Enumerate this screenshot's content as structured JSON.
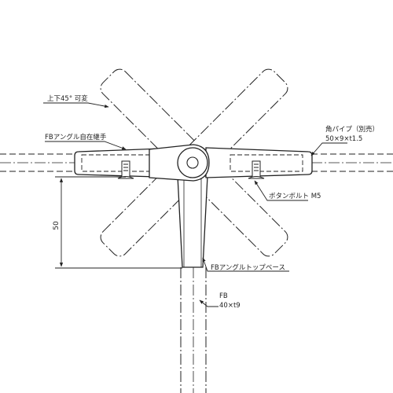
{
  "labels": {
    "tilt_range": "上下45° 可変",
    "fb_angle_joint": "FBアングル自在継手",
    "square_pipe_title": "角パイプ（別売）",
    "square_pipe_size": "50×9×t1.5",
    "button_bolt": "ボタンボルト M5",
    "fb_angle_top_base": "FBアングルトップベース",
    "fb_title": "FB",
    "fb_size": "40×t9",
    "dimension_50": "50"
  },
  "colors": {
    "line": "#222222",
    "fill": "#ffffff"
  }
}
